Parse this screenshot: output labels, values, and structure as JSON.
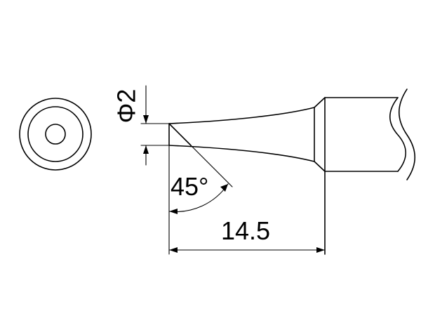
{
  "dimensions": {
    "diameter_label": "Φ2",
    "angle_label": "45°",
    "length_label": "14.5"
  },
  "colors": {
    "line": "#000000",
    "background": "#ffffff"
  }
}
